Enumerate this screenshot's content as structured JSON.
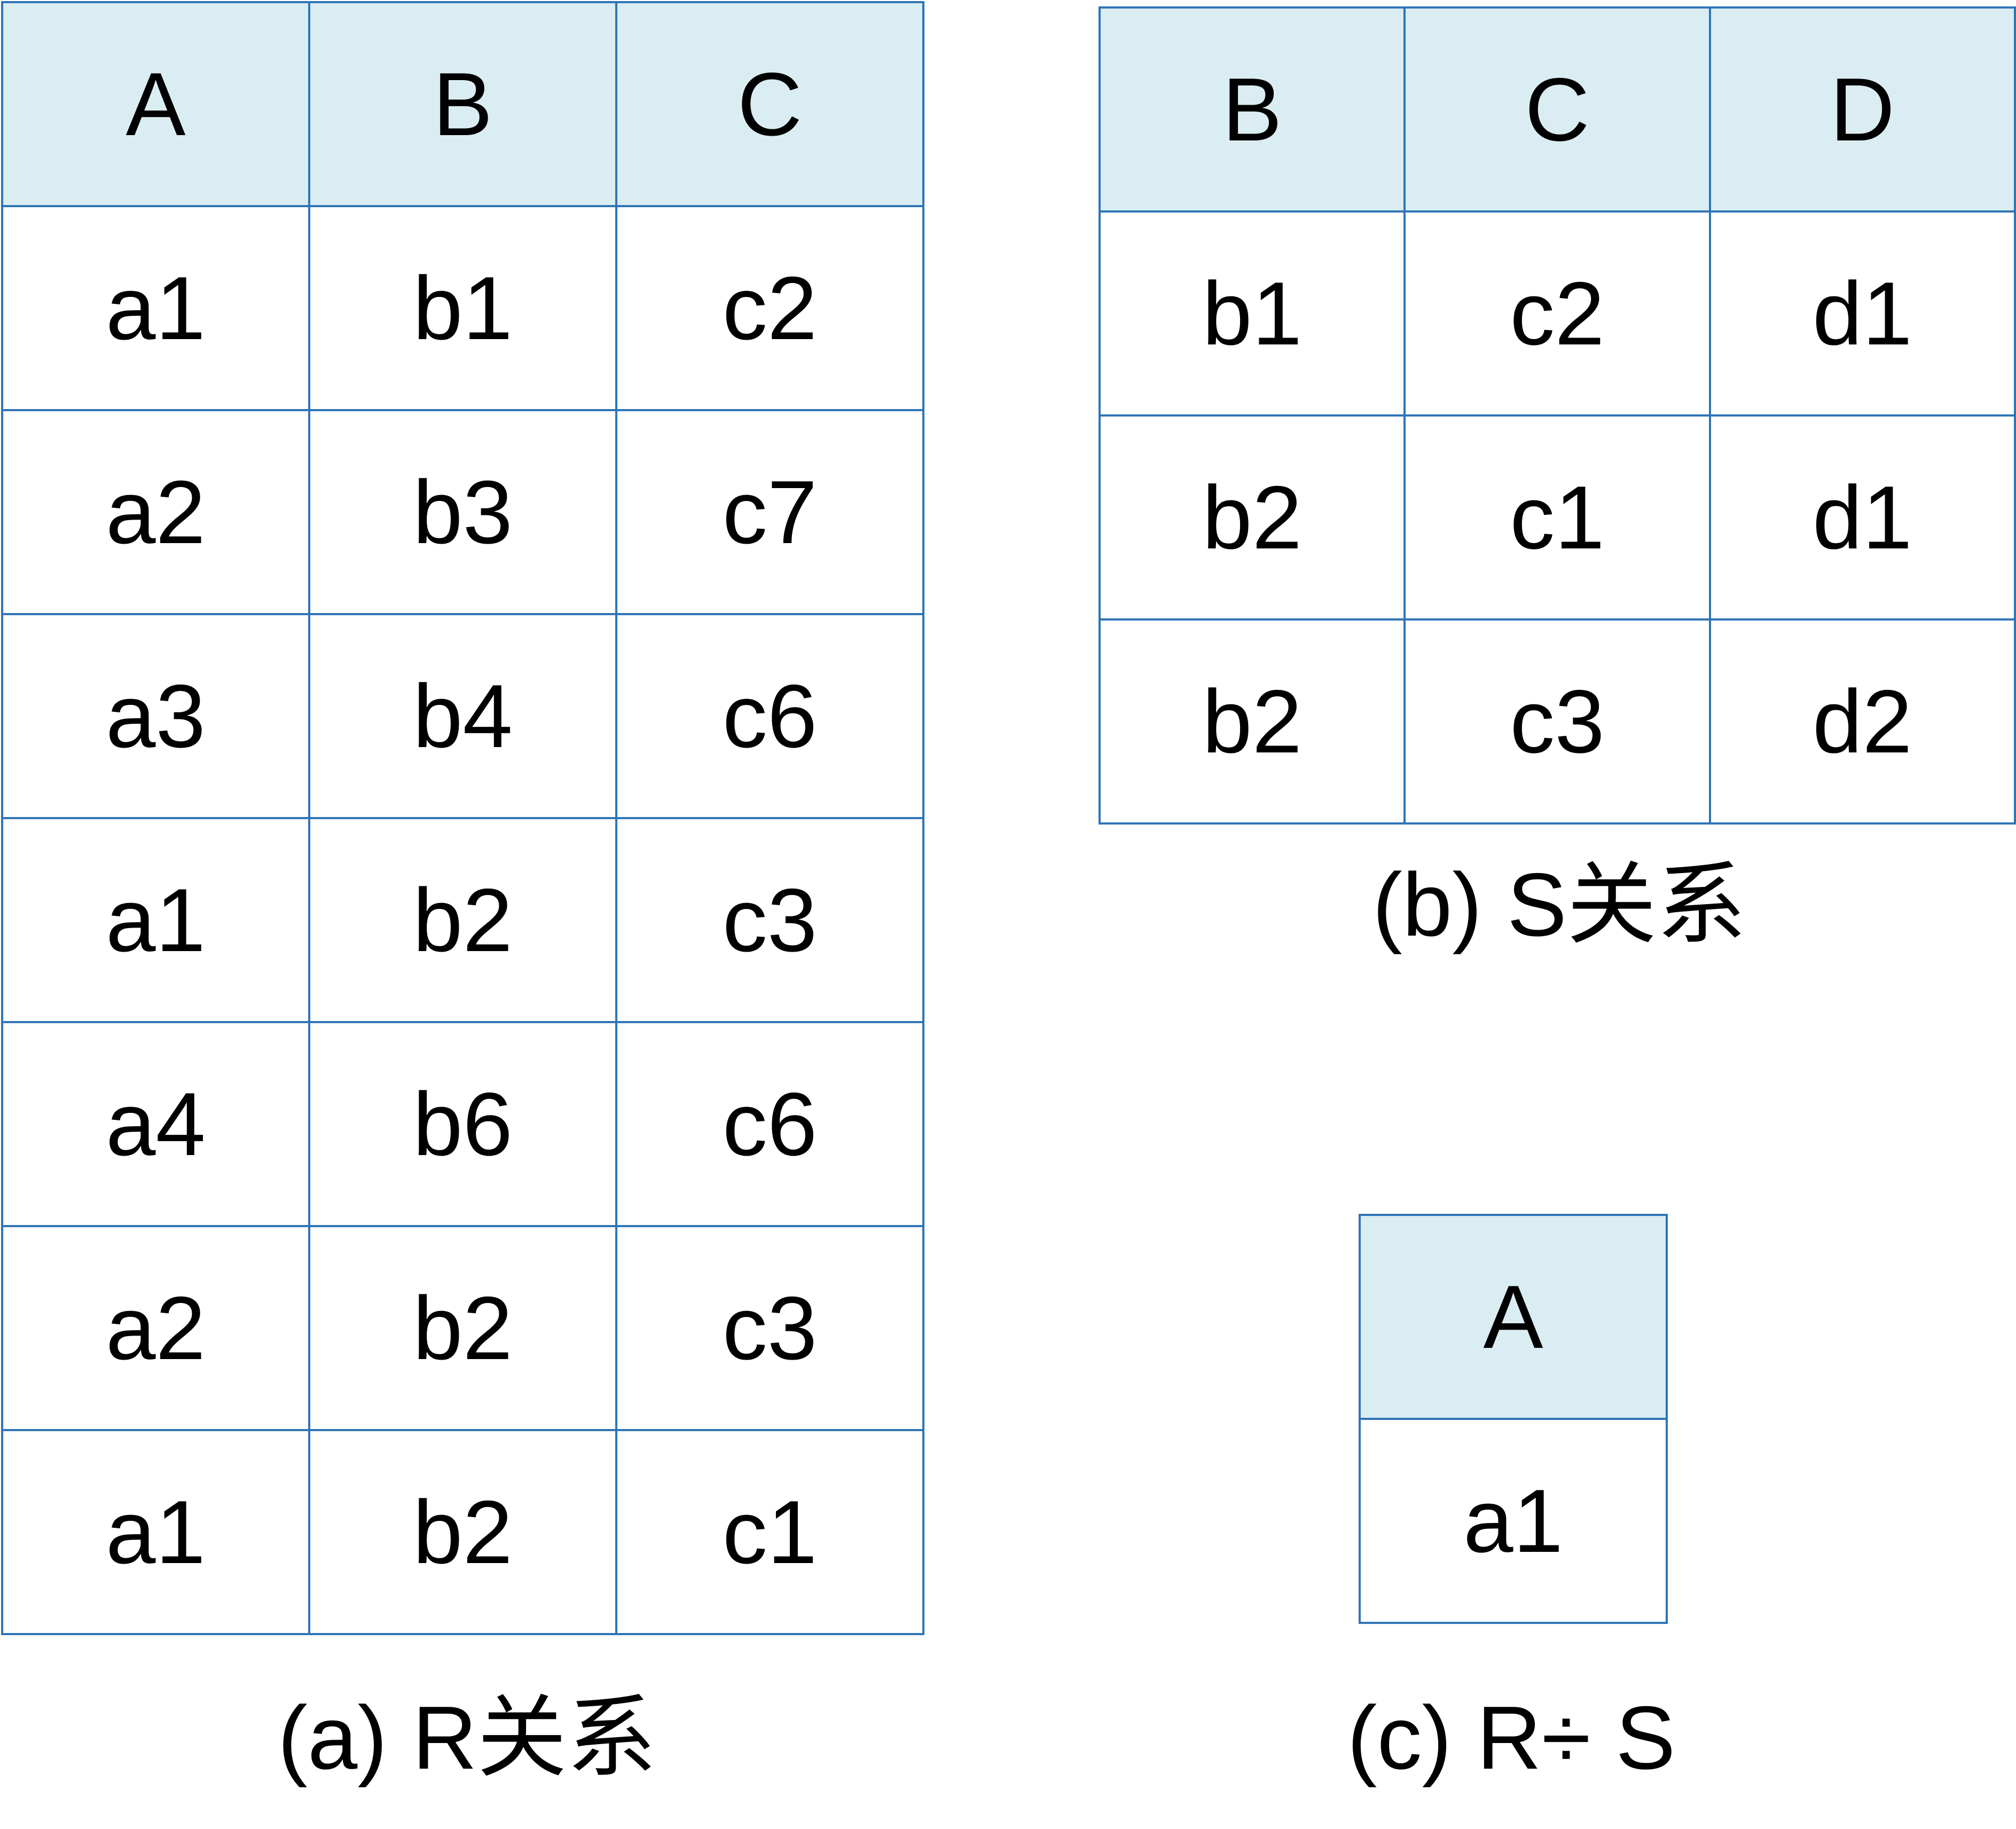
{
  "relation_r": {
    "headers": [
      "A",
      "B",
      "C"
    ],
    "rows": [
      [
        "a1",
        "b1",
        "c2"
      ],
      [
        "a2",
        "b3",
        "c7"
      ],
      [
        "a3",
        "b4",
        "c6"
      ],
      [
        "a1",
        "b2",
        "c3"
      ],
      [
        "a4",
        "b6",
        "c6"
      ],
      [
        "a2",
        "b2",
        "c3"
      ],
      [
        "a1",
        "b2",
        "c1"
      ]
    ],
    "caption": "(a) R关系"
  },
  "relation_s": {
    "headers": [
      "B",
      "C",
      "D"
    ],
    "rows": [
      [
        "b1",
        "c2",
        "d1"
      ],
      [
        "b2",
        "c1",
        "d1"
      ],
      [
        "b2",
        "c3",
        "d2"
      ]
    ],
    "caption": "(b) S关系"
  },
  "relation_div": {
    "headers": [
      "A"
    ],
    "rows": [
      [
        "a1"
      ]
    ],
    "caption": "(c) R÷ S"
  },
  "colors": {
    "border": "#2e75b6",
    "header_fill": "#daedf3"
  }
}
